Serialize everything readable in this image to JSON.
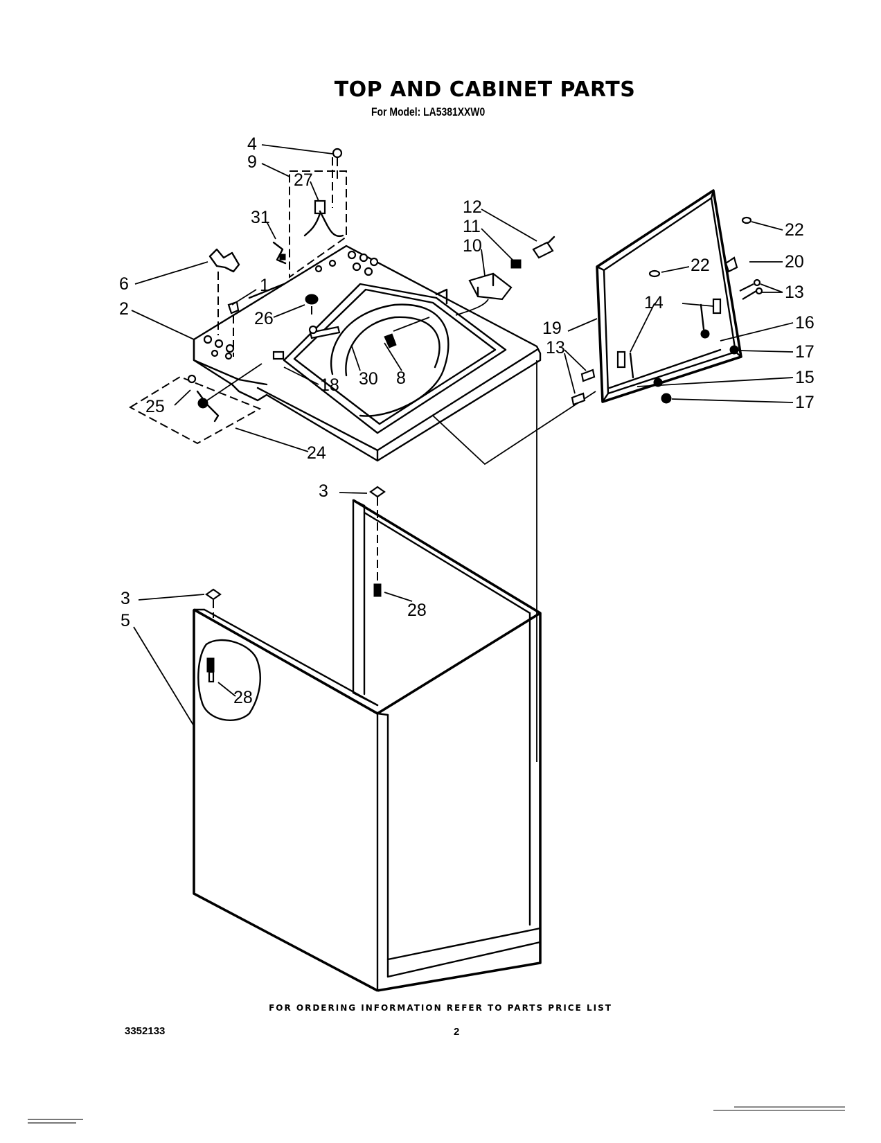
{
  "header": {
    "title": "TOP AND CABINET PARTS",
    "subtitle": "For Model: LA5381XXW0"
  },
  "callouts": [
    "4",
    "9",
    "27",
    "31",
    "6",
    "1",
    "2",
    "26",
    "25",
    "24",
    "18",
    "30",
    "8",
    "12",
    "11",
    "10",
    "22",
    "20",
    "22",
    "13",
    "14",
    "19",
    "16",
    "13",
    "17",
    "15",
    "17",
    "3",
    "28",
    "3",
    "5",
    "28"
  ],
  "footer": {
    "ordering_note": "FOR ORDERING INFORMATION REFER TO PARTS PRICE LIST",
    "document_number": "3352133",
    "page_number": "2"
  }
}
